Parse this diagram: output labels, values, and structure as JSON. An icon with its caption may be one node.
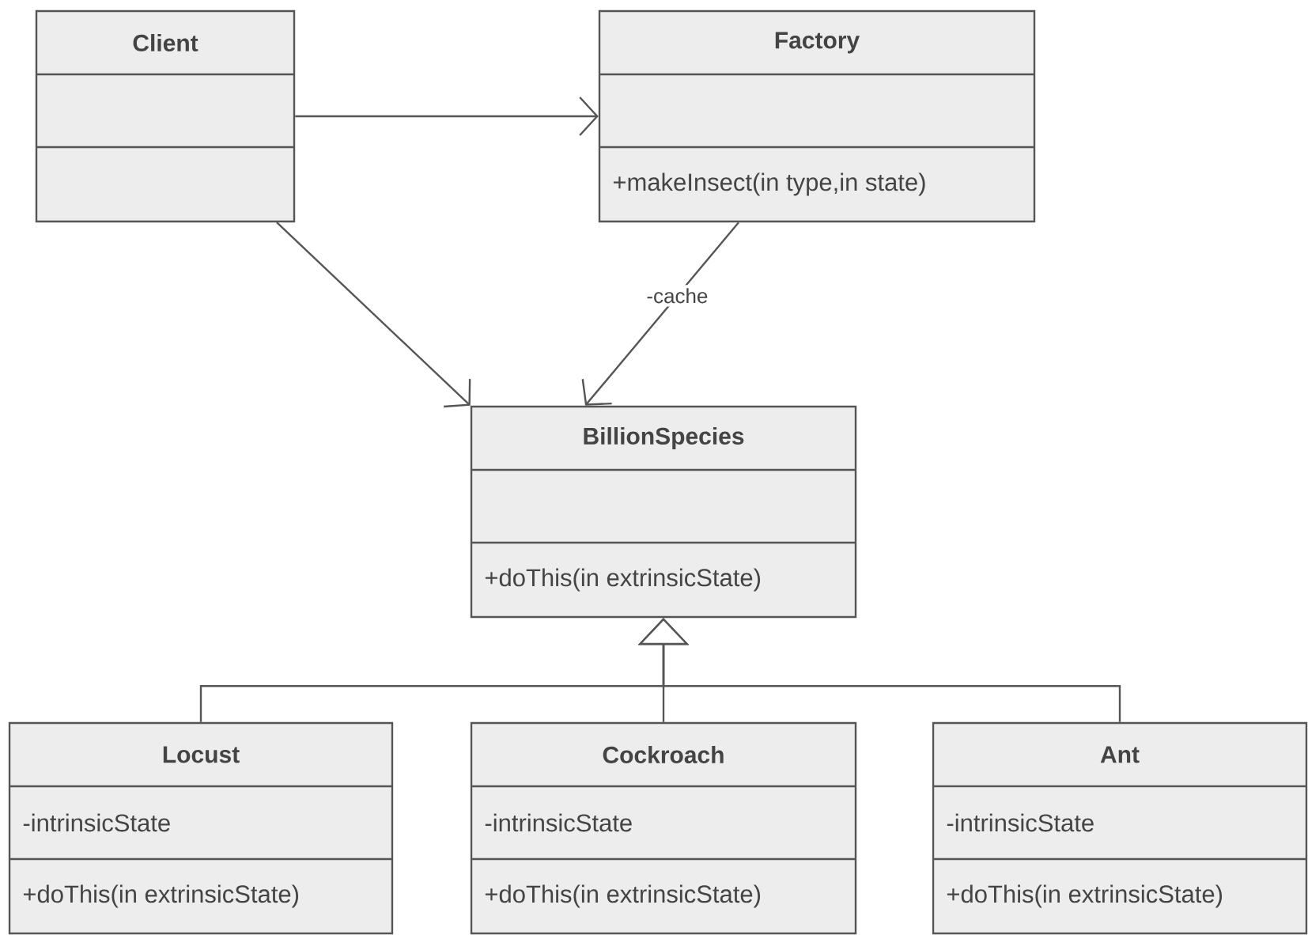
{
  "diagram": {
    "nodes": [
      {
        "text": [
          "Client"
        ]
      },
      {
        "text": [
          "Factory",
          "+makeInsect(in type,in state)"
        ]
      },
      {
        "text": [
          "BillionSpecies",
          "+doThis(in extrinsicState)"
        ]
      },
      {
        "text": [
          "Locust",
          "-intrinsicState",
          "+doThis(in extrinsicState)"
        ]
      },
      {
        "text": [
          "Cockroach",
          "-intrinsicState",
          "+doThis(in extrinsicState)"
        ]
      },
      {
        "text": [
          "Ant",
          "-intrinsicState",
          "+doThis(in extrinsicState)"
        ]
      }
    ],
    "edges": [
      {
        "from": 0,
        "to": 1,
        "arrow": "to"
      },
      {
        "from": 0,
        "to": 2,
        "arrow": "to"
      },
      {
        "from": 1,
        "to": 2,
        "arrow": "to",
        "label": "-cache"
      },
      {
        "from": 3,
        "to": 2,
        "arrow": "to"
      },
      {
        "from": 4,
        "to": 2,
        "arrow": "to"
      },
      {
        "from": 5,
        "to": 2,
        "arrow": "to"
      }
    ]
  }
}
